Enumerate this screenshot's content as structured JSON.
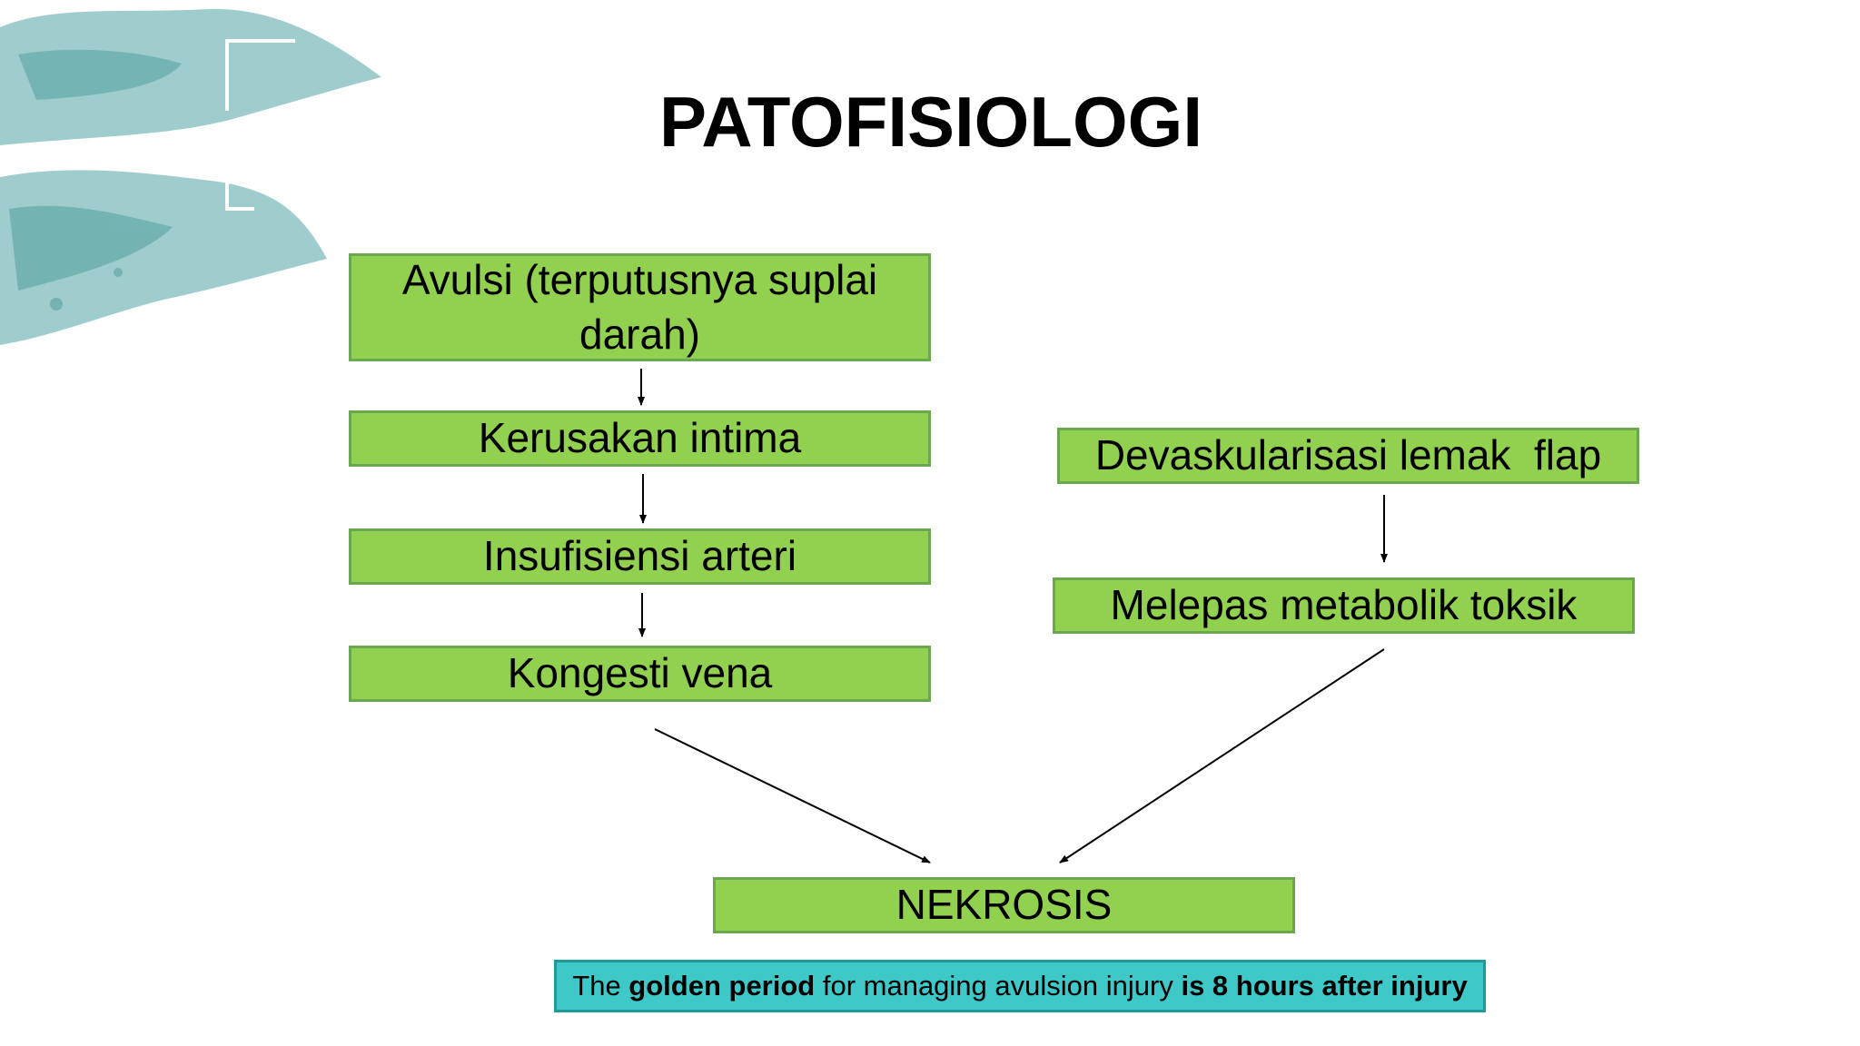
{
  "slide": {
    "title": "PATOFISIOLOGI"
  },
  "left_chain": [
    {
      "label": "Avulsi (terputusnya suplai darah)"
    },
    {
      "label": "Kerusakan intima"
    },
    {
      "label": "Insufisiensi arteri"
    },
    {
      "label": "Kongesti vena"
    }
  ],
  "right_chain": [
    {
      "label": "Devaskularisasi lemak  flap"
    },
    {
      "label": "Melepas metabolik toksik"
    }
  ],
  "outcome": {
    "label": "NEKROSIS"
  },
  "note": {
    "part1": "The ",
    "part2": "golden period",
    "part3": " for managing avulsion injury ",
    "part4": "is 8 hours after injury"
  },
  "colors": {
    "box_fill": "#92d050",
    "box_border": "#6aa84f",
    "note_fill": "#3fc8c8",
    "watercolor": "#6fb5b5"
  }
}
